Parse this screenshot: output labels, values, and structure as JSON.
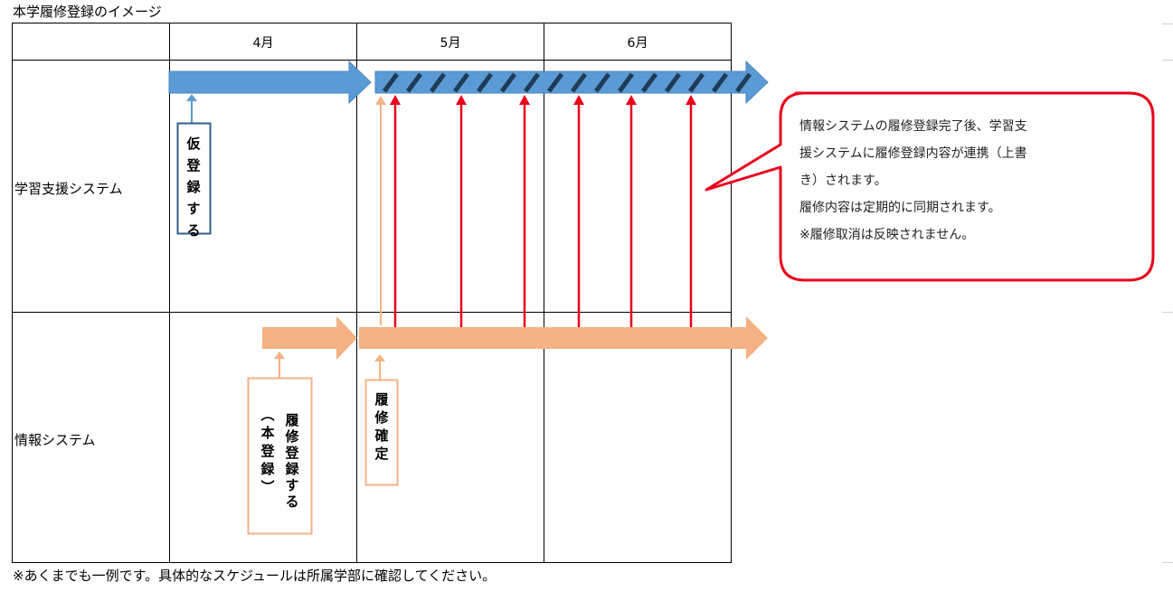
{
  "title": "本学履修登録のイメージ",
  "footnote": "※あくまでも一例です。具体的なスケジュールは所属学部に確認してください。",
  "months": [
    "4月",
    "5月",
    "6月"
  ],
  "rows": {
    "gakushu": "学習支援システム",
    "johou": "情報システム"
  },
  "boxes": {
    "kari": "仮登録する",
    "honlabel": [
      "履修登録する",
      "（本登録）"
    ],
    "kakutei": "履修確定"
  },
  "callout": {
    "lines": [
      "情報システムの履修登録完了後、学習支",
      "援システムに履修登録内容が連携（上書",
      "き）されます。",
      "履修内容は定期的に同期されます。",
      "※履修取消は反映されません。"
    ]
  },
  "colors": {
    "blue_arrow": "#5b9bd5",
    "blue_stripe": "#1f3b57",
    "blue_box_border": "#2e5f8a",
    "orange_arrow": "#f4b183",
    "red": "#e8001c",
    "grid": "#000000"
  }
}
